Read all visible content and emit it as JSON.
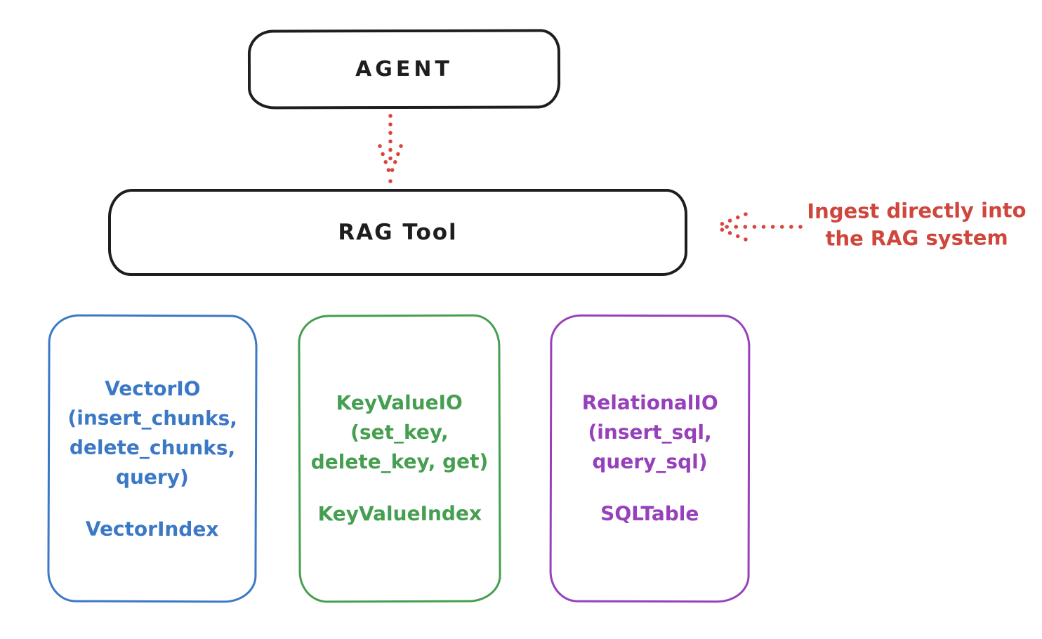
{
  "diagram": {
    "title_implicit": "RAG architecture sketch",
    "colors": {
      "black": "#1e1e1e",
      "red": "#cf463c",
      "blue": "#3b78c5",
      "green": "#469e50",
      "purple": "#9641bb"
    },
    "agent": {
      "label": "AGENT"
    },
    "rag_tool": {
      "label": "RAG Tool"
    },
    "annotation": {
      "line1": "Ingest directly into",
      "line2": "the RAG system"
    },
    "backends": [
      {
        "id": "vector-io",
        "color": "#3b78c5",
        "lines": [
          "VectorIO",
          "(insert_chunks,",
          "delete_chunks,",
          "query)"
        ],
        "index_label": "VectorIndex"
      },
      {
        "id": "keyvalue-io",
        "color": "#469e50",
        "lines": [
          "KeyValueIO",
          "(set_key,",
          "delete_key, get)"
        ],
        "index_label": "KeyValueIndex"
      },
      {
        "id": "relational-io",
        "color": "#9641bb",
        "lines": [
          "RelationalIO",
          "(insert_sql,",
          "query_sql)"
        ],
        "index_label": "SQLTable"
      }
    ],
    "arrows": [
      {
        "id": "agent-to-rag",
        "style": "dotted",
        "color": "#d9453d",
        "direction": "down"
      },
      {
        "id": "ingest-to-rag",
        "style": "dotted",
        "color": "#d9453d",
        "direction": "left"
      }
    ]
  }
}
